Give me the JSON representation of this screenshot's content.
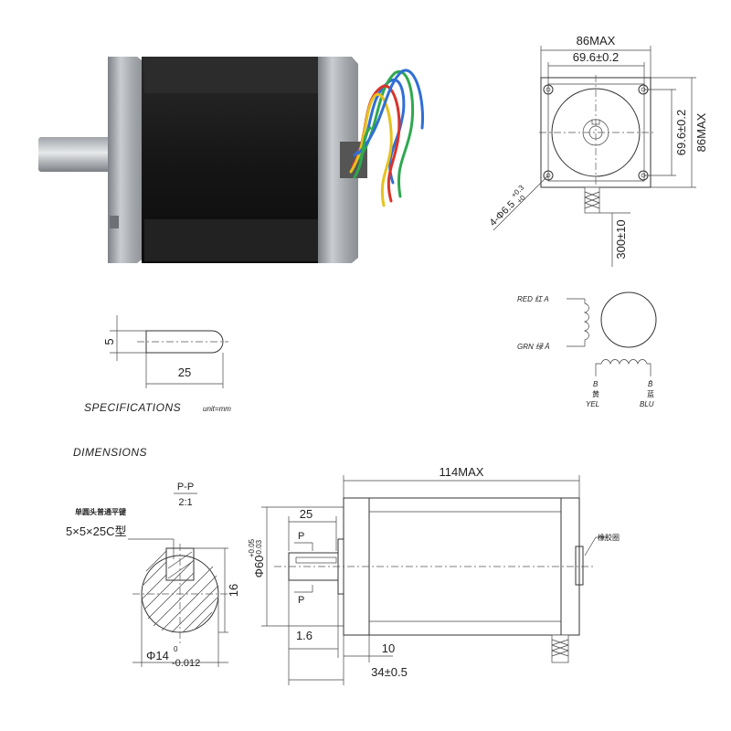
{
  "top_view": {
    "width_max": "86MAX",
    "bolt_spacing": "69.6±0.2",
    "bolt_spacing_v": "69.6±0.2",
    "height_max": "86MAX",
    "holes": "4-Φ6.5",
    "holes_tol_upper": "+0.3",
    "holes_tol_lower": "+0",
    "lead_length": "300±10"
  },
  "wiring": {
    "red": "RED 红 A",
    "grn": "GRN 绿 Ā",
    "b_left_top": "B",
    "b_left_cn": "黄",
    "b_left_en": "YEL",
    "b_right_top": "B̄",
    "b_right_cn": "蓝",
    "b_right_en": "BLU"
  },
  "key_view": {
    "width": "5",
    "length": "25"
  },
  "specs_label": "SPECIFICATIONS",
  "unit_label": "unit=mm",
  "dimensions_label": "DIMENSIONS",
  "section": {
    "title": "P-P",
    "scale": "2:1",
    "key_note": "单圆头普通平键",
    "key_spec": "5×5×25C型",
    "height": "16",
    "shaft_dia": "Φ14",
    "shaft_tol_upper": "0",
    "shaft_tol_lower": "-0.012"
  },
  "side_view": {
    "length_max": "114MAX",
    "key_len": "25",
    "p_top": "P",
    "p_bottom": "P",
    "pilot_dia": "Φ60",
    "pilot_tol_upper": "+0.05",
    "pilot_tol_lower": "-0.03",
    "rubber_label": "橡胶圈",
    "flange": "1.6",
    "flange_thk": "10",
    "shaft_ext": "34±0.5"
  },
  "colors": {
    "motor_body": "#1a1a1a",
    "aluminum": "#a8abaf",
    "wire_red": "#d9342b",
    "wire_green": "#2fa84f",
    "wire_blue": "#2f6fd6",
    "wire_yellow": "#e6c21e"
  }
}
